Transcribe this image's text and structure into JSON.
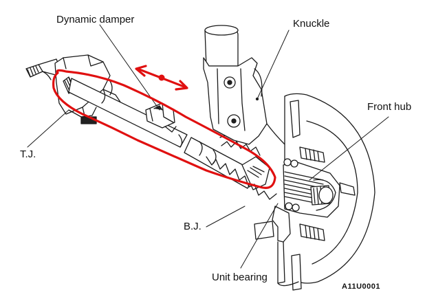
{
  "diagram": {
    "title": "Drive shaft and front hub assembly",
    "figure_code": "A11U0001",
    "labels": {
      "dynamic_damper": "Dynamic damper",
      "knuckle": "Knuckle",
      "front_hub": "Front hub",
      "tj": "T.J.",
      "bj": "B.J.",
      "unit_bearing": "Unit bearing"
    },
    "annotations": {
      "highlight": "red-ellipse-around-shaft",
      "arrow": "red-double-headed-arrow",
      "color": "#e01010"
    },
    "line_color": "#1a1a1a"
  }
}
